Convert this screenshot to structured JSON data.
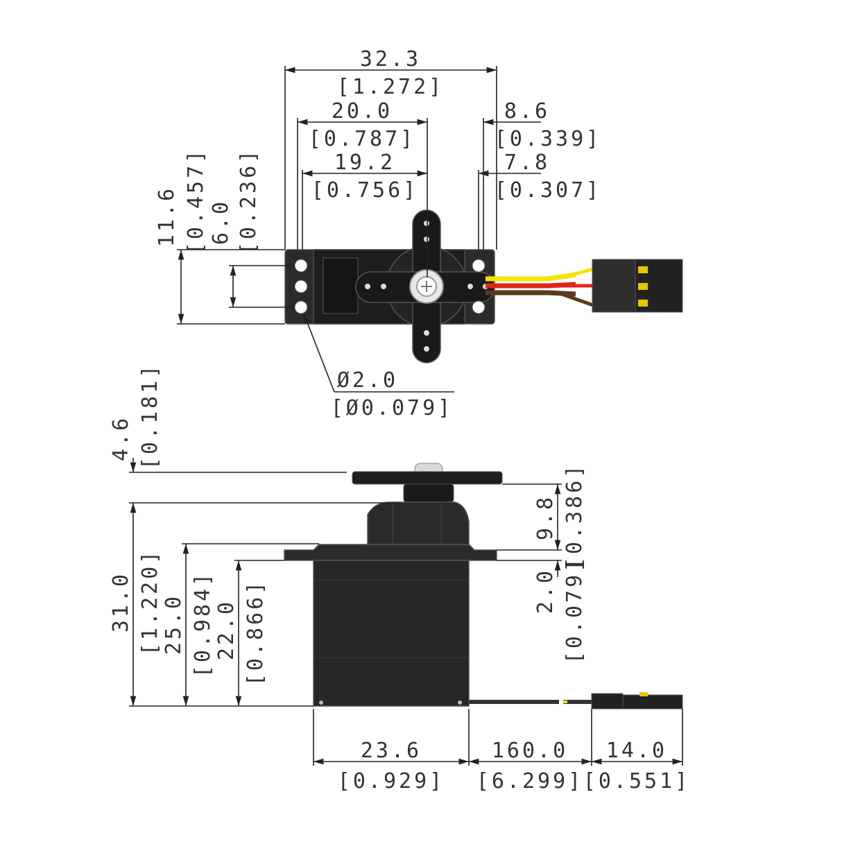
{
  "top_view": {
    "overall_width": {
      "mm": "32.3",
      "in": "[1.272]"
    },
    "hole_span_outer": {
      "mm": "20.0",
      "in": "[0.787]"
    },
    "hole_span_inner": {
      "mm": "19.2",
      "in": "[0.756]"
    },
    "offset_outer": {
      "mm": "8.6",
      "in": "[0.339]"
    },
    "offset_inner": {
      "mm": "7.8",
      "in": "[0.307]"
    },
    "height_outer": {
      "mm": "11.6",
      "in": "[0.457]"
    },
    "height_inner": {
      "mm": "6.0",
      "in": "[0.236]"
    },
    "hole_diameter": {
      "mm": "Ø2.0",
      "in": "[Ø0.079]"
    }
  },
  "side_view": {
    "horn_thickness": {
      "mm": "4.6",
      "in": "[0.181]"
    },
    "total_height": {
      "mm": "31.0",
      "in": "[1.220]"
    },
    "flange_height": {
      "mm": "25.0",
      "in": "[0.984]"
    },
    "body_height": {
      "mm": "22.0",
      "in": "[0.866]"
    },
    "flange_to_horn": {
      "mm": "9.8",
      "in": "[0.386]"
    },
    "flange_thickness": {
      "mm": "2.0",
      "in": "[0.079]"
    },
    "body_width": {
      "mm": "23.6",
      "in": "[0.929]"
    },
    "cable_length": {
      "mm": "160.0",
      "in": "[6.299]"
    },
    "connector_length": {
      "mm": "14.0",
      "in": "[0.551]"
    }
  },
  "colors": {
    "body": "#2b2b2b",
    "wire_signal": "#f5e400",
    "wire_power": "#e0261b",
    "wire_ground": "#5a3a1a",
    "pins": "#e8c700"
  },
  "icons": [
    "servo-top-view",
    "servo-side-view",
    "connector",
    "diameter-symbol"
  ]
}
